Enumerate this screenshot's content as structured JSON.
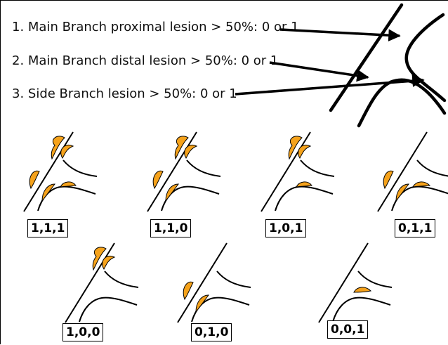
{
  "criteria": [
    "1. Main Branch proximal lesion > 50%: 0 or 1",
    "2. Main Branch distal lesion > 50%: 0 or 1",
    "3. Side Branch lesion > 50%: 0 or 1"
  ],
  "codes": [
    "1,1,1",
    "1,1,0",
    "1,0,1",
    "0,1,1",
    "1,0,0",
    "0,1,0",
    "0,0,1"
  ],
  "colors": {
    "lesion": "#f5a21b",
    "line": "#000000"
  }
}
